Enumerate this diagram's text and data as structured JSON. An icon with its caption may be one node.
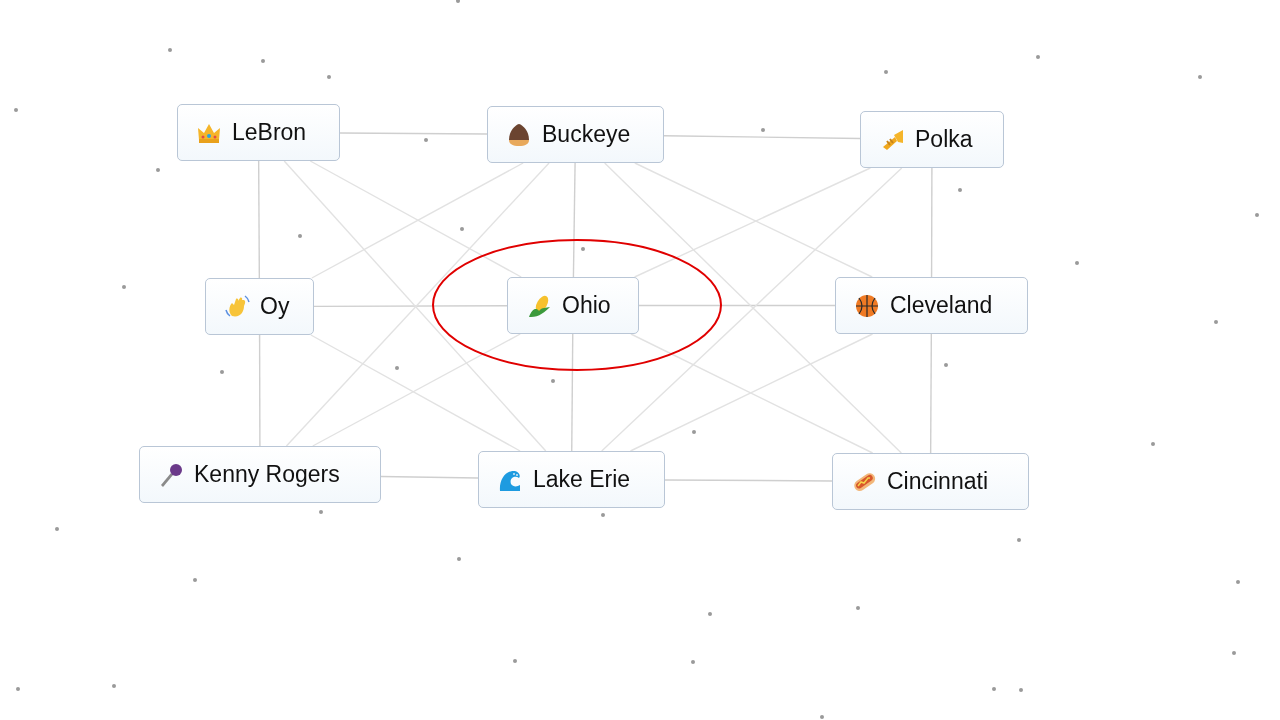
{
  "diagram": {
    "nodes": [
      {
        "text": [
          "LeBron"
        ]
      },
      {
        "text": [
          "Buckeye"
        ]
      },
      {
        "text": [
          "Polka"
        ]
      },
      {
        "text": [
          "Oy"
        ]
      },
      {
        "text": [
          "Ohio"
        ]
      },
      {
        "text": [
          "Cleveland"
        ]
      },
      {
        "text": [
          "Kenny Rogers"
        ]
      },
      {
        "text": [
          "Lake Erie"
        ]
      },
      {
        "text": [
          "Cincinnati"
        ]
      }
    ],
    "edges": [
      {
        "from": 0,
        "to": 1,
        "arrow": "none"
      },
      {
        "from": 1,
        "to": 2,
        "arrow": "none"
      },
      {
        "from": 0,
        "to": 3,
        "arrow": "none"
      },
      {
        "from": 3,
        "to": 6,
        "arrow": "none"
      },
      {
        "from": 1,
        "to": 4,
        "arrow": "none"
      },
      {
        "from": 4,
        "to": 7,
        "arrow": "none"
      },
      {
        "from": 2,
        "to": 5,
        "arrow": "none"
      },
      {
        "from": 5,
        "to": 8,
        "arrow": "none"
      },
      {
        "from": 6,
        "to": 7,
        "arrow": "none"
      },
      {
        "from": 7,
        "to": 8,
        "arrow": "none"
      },
      {
        "from": 3,
        "to": 4,
        "arrow": "none"
      },
      {
        "from": 4,
        "to": 5,
        "arrow": "none"
      },
      {
        "from": 0,
        "to": 4,
        "arrow": "none"
      },
      {
        "from": 0,
        "to": 7,
        "arrow": "none"
      },
      {
        "from": 1,
        "to": 3,
        "arrow": "none"
      },
      {
        "from": 1,
        "to": 6,
        "arrow": "none"
      },
      {
        "from": 4,
        "to": 6,
        "arrow": "none"
      },
      {
        "from": 3,
        "to": 7,
        "arrow": "none"
      },
      {
        "from": 1,
        "to": 5,
        "arrow": "none"
      },
      {
        "from": 1,
        "to": 8,
        "arrow": "none"
      },
      {
        "from": 2,
        "to": 4,
        "arrow": "none"
      },
      {
        "from": 2,
        "to": 7,
        "arrow": "none"
      },
      {
        "from": 4,
        "to": 8,
        "arrow": "none"
      },
      {
        "from": 5,
        "to": 7,
        "arrow": "none"
      }
    ]
  }
}
